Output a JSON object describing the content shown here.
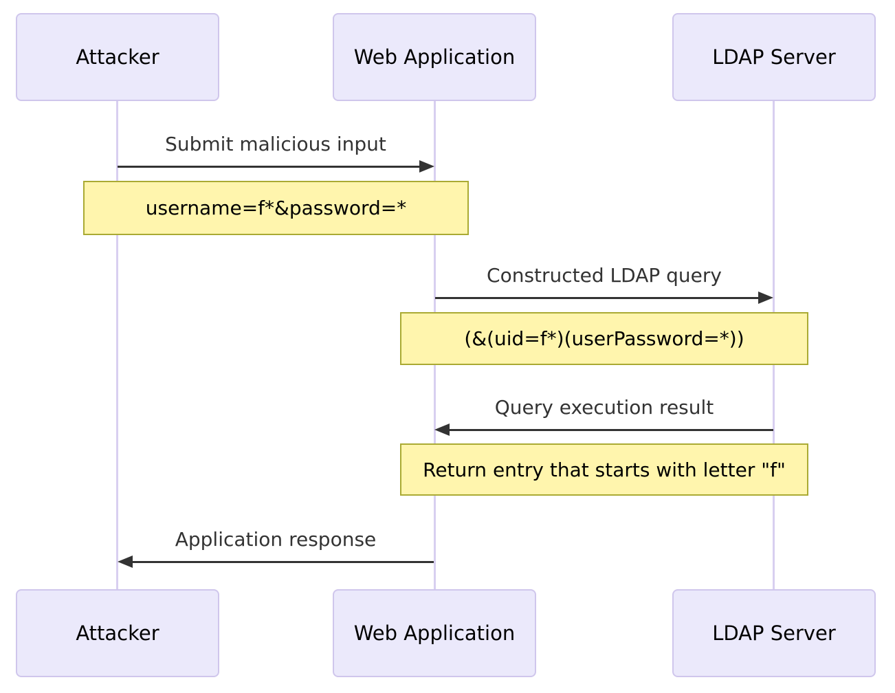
{
  "diagram_type": "sequence",
  "actors": [
    {
      "id": "attacker",
      "label": "Attacker"
    },
    {
      "id": "webapp",
      "label": "Web Application"
    },
    {
      "id": "ldap",
      "label": "LDAP Server"
    }
  ],
  "messages": [
    {
      "from": "Attacker",
      "to": "Web Application",
      "direction": "right",
      "label": "Submit malicious input"
    },
    {
      "from": "Web Application",
      "to": "LDAP Server",
      "direction": "right",
      "label": "Constructed LDAP query"
    },
    {
      "from": "LDAP Server",
      "to": "Web Application",
      "direction": "left",
      "label": "Query execution result"
    },
    {
      "from": "Web Application",
      "to": "Attacker",
      "direction": "left",
      "label": "Application response"
    }
  ],
  "notes": [
    {
      "over": "Attacker, Web Application",
      "text": "username=f*&password=*"
    },
    {
      "over": "Web Application, LDAP Server",
      "text": "(&(uid=f*)(userPassword=*))"
    },
    {
      "over": "Web Application, LDAP Server",
      "text": "Return entry that starts with letter \"f\""
    }
  ],
  "colors": {
    "actor_fill": "#EBE9FB",
    "actor_border": "#CFC6EC",
    "lifeline": "#D8CFF0",
    "note_fill": "#FFF5AD",
    "note_border": "#AAAA33",
    "arrow": "#333333",
    "message_text": "#333333",
    "actor_text": "#000000",
    "background": "#FFFFFF"
  }
}
